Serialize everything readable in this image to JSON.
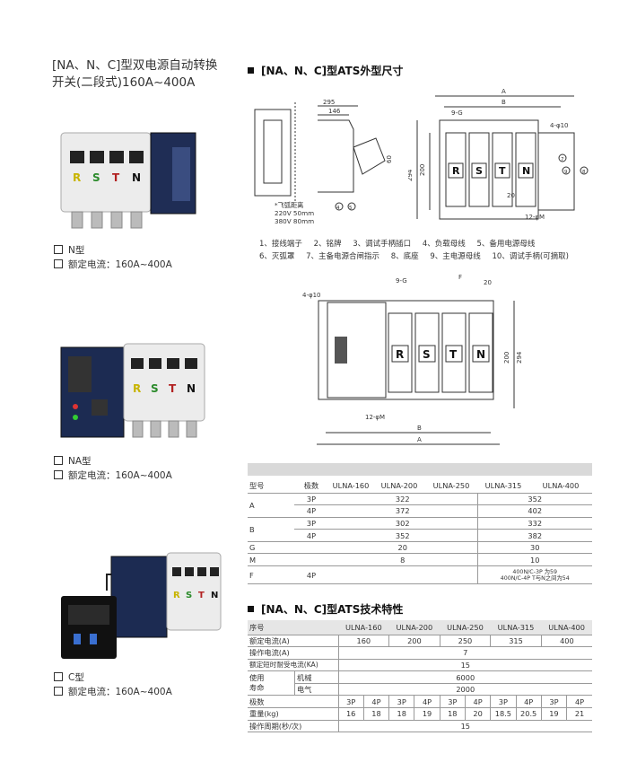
{
  "left_title": {
    "line1": "[NA、N、C]型双电源自动转换",
    "line2": "开关(二段式)160A~400A"
  },
  "products": [
    {
      "type_label": "N型",
      "current_label": "额定电流：160A~400A"
    },
    {
      "type_label": "NA型",
      "current_label": "额定电流：160A~400A"
    },
    {
      "type_label": "C型",
      "current_label": "额定电流：160A~400A"
    }
  ],
  "product_letters": [
    "R",
    "S",
    "T",
    "N"
  ],
  "dimension_section": {
    "title": "[NA、N、C]型ATS外型尺寸"
  },
  "diagram1": {
    "dims": [
      "295",
      "146",
      "60"
    ],
    "note_title": "*飞弧距离",
    "note_lines": [
      "220V  50mm",
      "380V  80mm"
    ],
    "numbers": [
      "4",
      "5"
    ]
  },
  "diagram2": {
    "dims": [
      "A",
      "B",
      "9-G",
      "4-φ10",
      "294",
      "200",
      "20",
      "12-φM"
    ],
    "numbers": [
      "7",
      "8",
      "9"
    ]
  },
  "legend": [
    "1、接线端子",
    "2、铭牌",
    "3、调试手柄插口",
    "4、负载母线",
    "5、备用电源母线",
    "6、灭弧罩",
    "7、主备电源合闸指示",
    "8、底座",
    "9、主电源母线",
    "10、调试手柄(可摘取)"
  ],
  "diagram3": {
    "dims": [
      "4-φ10",
      "9-G",
      "F",
      "20",
      "200",
      "294",
      "12-φM",
      "B",
      "A"
    ]
  },
  "dimension_table": {
    "header": [
      "型号",
      "极数",
      "ULNA-160",
      "ULNA-200",
      "ULNA-250",
      "ULNA-315",
      "ULNA-400"
    ],
    "rows": [
      {
        "model": "",
        "poles": "3P",
        "v1": "322",
        "v2": "352"
      },
      {
        "model": "A",
        "poles": "4P",
        "v1": "372",
        "v2": "402"
      },
      {
        "model": "",
        "poles": "3P",
        "v1": "302",
        "v2": "332"
      },
      {
        "model": "B",
        "poles": "4P",
        "v1": "352",
        "v2": "382"
      },
      {
        "model": "G",
        "poles": "",
        "v1": "20",
        "v2": "30"
      },
      {
        "model": "M",
        "poles": "",
        "v1": "8",
        "v2": "10"
      },
      {
        "model": "F",
        "poles": "4P",
        "v1": "",
        "v2a": "400N/C-3P 为59",
        "v2b": "400N/C-4P  T与N之间为54"
      }
    ]
  },
  "tech_section": {
    "title": "[NA、N、C]型ATS技术特性"
  },
  "tech_table": {
    "header": [
      "序号",
      "ULNA-160",
      "ULNA-200",
      "ULNA-250",
      "ULNA-315",
      "ULNA-400"
    ],
    "rated_current": {
      "label": "额定电流(A)",
      "values": [
        "160",
        "200",
        "250",
        "315",
        "400"
      ]
    },
    "operating_current": {
      "label": "操作电流(A)",
      "value": "7"
    },
    "short_time": {
      "label": "额定短时耐受电流(KA)",
      "value": "15"
    },
    "life": {
      "label1": "使用",
      "label2": "寿命",
      "mech": "机械",
      "elec": "电气",
      "mech_value": "6000",
      "elec_value": "2000"
    },
    "poles": {
      "label": "极数",
      "values": [
        "3P",
        "4P",
        "3P",
        "4P",
        "3P",
        "4P",
        "3P",
        "4P",
        "3P",
        "4P"
      ]
    },
    "weight": {
      "label": "重量(kg)",
      "values": [
        "16",
        "18",
        "18",
        "19",
        "18",
        "20",
        "18.5",
        "20.5",
        "19",
        "21"
      ]
    },
    "cycle": {
      "label": "操作周期(秒/次)",
      "value": "15"
    }
  }
}
